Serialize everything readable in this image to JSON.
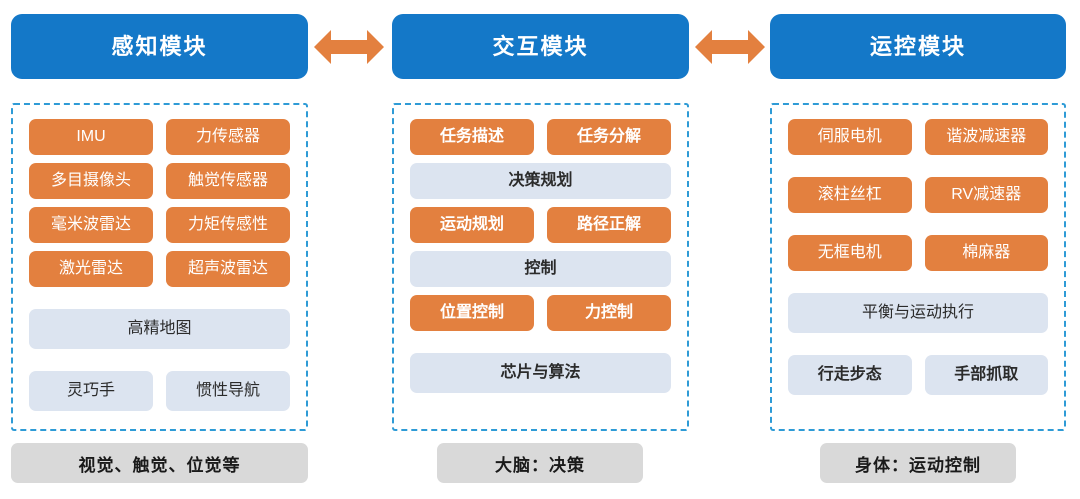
{
  "diagram": {
    "title_colors": {
      "header_blue": "#1478C8",
      "chip_orange": "#E3803F",
      "chip_blue": "#DCE4F0",
      "dashed_border": "#2E9BD6",
      "footer_gray": "#D9D9D9"
    },
    "columns": [
      {
        "id": "perception",
        "header": "感知模块",
        "footer": "视觉、触觉、位觉等",
        "rows": [
          {
            "gap_before": false,
            "items": [
              {
                "label": "IMU",
                "style": "orange"
              },
              {
                "label": "力传感器",
                "style": "orange"
              }
            ]
          },
          {
            "gap_before": false,
            "items": [
              {
                "label": "多目摄像头",
                "style": "orange"
              },
              {
                "label": "触觉传感器",
                "style": "orange"
              }
            ]
          },
          {
            "gap_before": false,
            "items": [
              {
                "label": "毫米波雷达",
                "style": "orange"
              },
              {
                "label": "力矩传感性",
                "style": "orange"
              }
            ]
          },
          {
            "gap_before": false,
            "items": [
              {
                "label": "激光雷达",
                "style": "orange"
              },
              {
                "label": "超声波雷达",
                "style": "orange"
              }
            ]
          },
          {
            "gap_before": true,
            "items": [
              {
                "label": "高精地图",
                "style": "blue",
                "full": true
              }
            ]
          },
          {
            "gap_before": true,
            "items": [
              {
                "label": "灵巧手",
                "style": "blue"
              },
              {
                "label": "惯性导航",
                "style": "blue"
              }
            ]
          }
        ]
      },
      {
        "id": "interaction",
        "header": "交互模块",
        "footer": "大脑：决策",
        "rows": [
          {
            "gap_before": false,
            "items": [
              {
                "label": "任务描述",
                "style": "orange",
                "bold": true
              },
              {
                "label": "任务分解",
                "style": "orange",
                "bold": true
              }
            ]
          },
          {
            "gap_before": false,
            "items": [
              {
                "label": "决策规划",
                "style": "blue",
                "bold": true,
                "full": true
              }
            ]
          },
          {
            "gap_before": false,
            "items": [
              {
                "label": "运动规划",
                "style": "orange",
                "bold": true
              },
              {
                "label": "路径正解",
                "style": "orange",
                "bold": true
              }
            ]
          },
          {
            "gap_before": false,
            "items": [
              {
                "label": "控制",
                "style": "blue",
                "bold": true,
                "full": true
              }
            ]
          },
          {
            "gap_before": false,
            "items": [
              {
                "label": "位置控制",
                "style": "orange",
                "bold": true
              },
              {
                "label": "力控制",
                "style": "orange",
                "bold": true
              }
            ]
          },
          {
            "gap_before": true,
            "items": [
              {
                "label": "芯片与算法",
                "style": "blue",
                "bold": true,
                "full": true
              }
            ]
          }
        ]
      },
      {
        "id": "motion-control",
        "header": "运控模块",
        "footer": "身体：运动控制",
        "rows": [
          {
            "gap_before": false,
            "items": [
              {
                "label": "伺服电机",
                "style": "orange"
              },
              {
                "label": "谐波减速器",
                "style": "orange"
              }
            ]
          },
          {
            "gap_before": true,
            "items": [
              {
                "label": "滚柱丝杠",
                "style": "orange"
              },
              {
                "label": "RV减速器",
                "style": "orange"
              }
            ]
          },
          {
            "gap_before": true,
            "items": [
              {
                "label": "无框电机",
                "style": "orange"
              },
              {
                "label": "棉麻器",
                "style": "orange"
              }
            ]
          },
          {
            "gap_before": true,
            "items": [
              {
                "label": "平衡与运动执行",
                "style": "blue",
                "full": true
              }
            ]
          },
          {
            "gap_before": true,
            "items": [
              {
                "label": "行走步态",
                "style": "blue",
                "bold": true
              },
              {
                "label": "手部抓取",
                "style": "blue",
                "bold": true
              }
            ]
          }
        ]
      }
    ],
    "connectors": [
      {
        "id": "connector-perception-interaction",
        "icon": "double-headed-arrow-icon",
        "color": "#E3803F"
      },
      {
        "id": "connector-interaction-motion",
        "icon": "double-headed-arrow-icon",
        "color": "#E3803F"
      }
    ]
  }
}
